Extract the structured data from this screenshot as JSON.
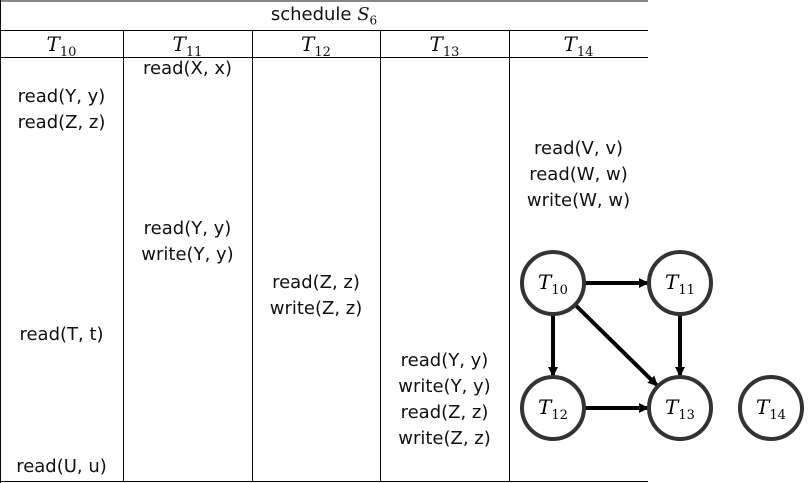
{
  "title": {
    "prefix": "schedule ",
    "symbol": "S",
    "index": "6"
  },
  "transactions": [
    {
      "symbol": "T",
      "index": "10"
    },
    {
      "symbol": "T",
      "index": "11"
    },
    {
      "symbol": "T",
      "index": "12"
    },
    {
      "symbol": "T",
      "index": "13"
    },
    {
      "symbol": "T",
      "index": "14"
    }
  ],
  "operations": [
    {
      "col": 1,
      "row": 0,
      "text": "read(X, x)"
    },
    {
      "col": 0,
      "row": 1,
      "text": "read(Y, y)"
    },
    {
      "col": 0,
      "row": 2,
      "text": "read(Z, z)"
    },
    {
      "col": 4,
      "row": 3,
      "text": "read(V, v)"
    },
    {
      "col": 4,
      "row": 4,
      "text": "read(W, w)"
    },
    {
      "col": 4,
      "row": 5,
      "text": "write(W, w)"
    },
    {
      "col": 1,
      "row": 6,
      "text": "read(Y, y)"
    },
    {
      "col": 1,
      "row": 7,
      "text": "write(Y, y)"
    },
    {
      "col": 2,
      "row": 8,
      "text": "read(Z, z)"
    },
    {
      "col": 2,
      "row": 9,
      "text": "write(Z, z)"
    },
    {
      "col": 0,
      "row": 10,
      "text": "read(T, t)"
    },
    {
      "col": 3,
      "row": 11,
      "text": "read(Y, y)"
    },
    {
      "col": 3,
      "row": 12,
      "text": "write(Y, y)"
    },
    {
      "col": 3,
      "row": 13,
      "text": "read(Z, z)"
    },
    {
      "col": 3,
      "row": 14,
      "text": "write(Z, z)"
    },
    {
      "col": 0,
      "row": 15,
      "text": "read(U, u)"
    }
  ],
  "precedence_graph": {
    "nodes": [
      {
        "id": "T10",
        "symbol": "T",
        "index": "10"
      },
      {
        "id": "T11",
        "symbol": "T",
        "index": "11"
      },
      {
        "id": "T12",
        "symbol": "T",
        "index": "12"
      },
      {
        "id": "T13",
        "symbol": "T",
        "index": "13"
      },
      {
        "id": "T14",
        "symbol": "T",
        "index": "14"
      }
    ],
    "edges": [
      {
        "from": "T10",
        "to": "T11"
      },
      {
        "from": "T10",
        "to": "T12"
      },
      {
        "from": "T10",
        "to": "T13"
      },
      {
        "from": "T11",
        "to": "T13"
      },
      {
        "from": "T12",
        "to": "T13"
      }
    ]
  }
}
